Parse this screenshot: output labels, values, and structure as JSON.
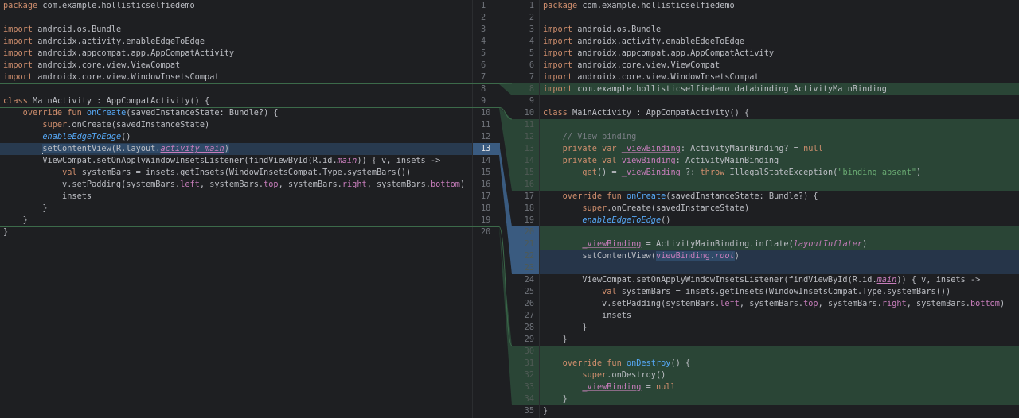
{
  "colors": {
    "inserted": "#2a4536",
    "inserted_gutter": "#2e4c3b",
    "modified": "#263549",
    "modified_bright": "#3a5b80",
    "modified_left_row": "#283a4f",
    "stripe_green": "#4a7a58",
    "stripe_blue": "#4a77a0",
    "line": "#3c6a4a"
  },
  "changes": [
    {
      "type": "inserted",
      "left_after": 7,
      "right": [
        8,
        8
      ]
    },
    {
      "type": "inserted",
      "left_after": 9,
      "right": [
        11,
        16
      ]
    },
    {
      "type": "modified",
      "left": [
        13,
        13
      ],
      "right": [
        20,
        23
      ],
      "right_inserted": [
        20,
        21
      ]
    },
    {
      "type": "inserted",
      "left_after": 19,
      "right": [
        30,
        34
      ]
    }
  ],
  "left": {
    "selected_line": 13,
    "lines": [
      [
        [
          "package",
          "k"
        ],
        [
          " com.example.hollisticselfiedemo",
          "t"
        ]
      ],
      [],
      [
        [
          "import",
          "k"
        ],
        [
          " android.os.Bundle",
          "t"
        ]
      ],
      [
        [
          "import",
          "k"
        ],
        [
          " androidx.activity.enableEdgeToEdge",
          "t"
        ]
      ],
      [
        [
          "import",
          "k"
        ],
        [
          " androidx.appcompat.app.AppCompatActivity",
          "t"
        ]
      ],
      [
        [
          "import",
          "k"
        ],
        [
          " androidx.core.view.ViewCompat",
          "t"
        ]
      ],
      [
        [
          "import",
          "k"
        ],
        [
          " androidx.core.view.WindowInsetsCompat",
          "t"
        ]
      ],
      [],
      [
        [
          "class",
          "k"
        ],
        [
          " MainActivity : AppCompatActivity() {",
          "t"
        ]
      ],
      [
        [
          "    override fun ",
          "k"
        ],
        [
          "onCreate",
          "f"
        ],
        [
          "(savedInstanceState: Bundle?) {",
          "t"
        ]
      ],
      [
        [
          "        super",
          "k"
        ],
        [
          ".onCreate(savedInstanceState)",
          "t"
        ]
      ],
      [
        [
          "        ",
          "t"
        ],
        [
          "enableEdgeToEdge",
          "i"
        ],
        [
          "()",
          "t"
        ]
      ],
      [
        [
          "        ",
          "t"
        ],
        [
          "setContentView(R.layout.",
          "t",
          "hl"
        ],
        [
          "activity_main",
          "pi",
          "hl"
        ],
        [
          ")",
          "t",
          "hl"
        ]
      ],
      [
        [
          "        ViewCompat.setOnApplyWindowInsetsListener(findViewById(R.id.",
          "t"
        ],
        [
          "main",
          "pi"
        ],
        [
          ")) { v, insets ->",
          "t"
        ]
      ],
      [
        [
          "            ",
          "t"
        ],
        [
          "val",
          "k"
        ],
        [
          " systemBars = insets.getInsets(WindowInsetsCompat.Type.systemBars())",
          "t"
        ]
      ],
      [
        [
          "            v.setPadding(systemBars.",
          "t"
        ],
        [
          "left",
          "p"
        ],
        [
          ", systemBars.",
          "t"
        ],
        [
          "top",
          "p"
        ],
        [
          ", systemBars.",
          "t"
        ],
        [
          "right",
          "p"
        ],
        [
          ", systemBars.",
          "t"
        ],
        [
          "bottom",
          "p"
        ],
        [
          ")",
          "t"
        ]
      ],
      [
        [
          "            insets",
          "t"
        ]
      ],
      [
        [
          "        }",
          "t"
        ]
      ],
      [
        [
          "    }",
          "t"
        ]
      ],
      [
        [
          "}",
          "t"
        ]
      ]
    ]
  },
  "right": {
    "lines": [
      [
        [
          "package",
          "k"
        ],
        [
          " com.example.hollisticselfiedemo",
          "t"
        ]
      ],
      [],
      [
        [
          "import",
          "k"
        ],
        [
          " android.os.Bundle",
          "t"
        ]
      ],
      [
        [
          "import",
          "k"
        ],
        [
          " androidx.activity.enableEdgeToEdge",
          "t"
        ]
      ],
      [
        [
          "import",
          "k"
        ],
        [
          " androidx.appcompat.app.AppCompatActivity",
          "t"
        ]
      ],
      [
        [
          "import",
          "k"
        ],
        [
          " androidx.core.view.ViewCompat",
          "t"
        ]
      ],
      [
        [
          "import",
          "k"
        ],
        [
          " androidx.core.view.WindowInsetsCompat",
          "t"
        ]
      ],
      [
        [
          "import",
          "k"
        ],
        [
          " com.example.hollisticselfiedemo.databinding.ActivityMainBinding",
          "t"
        ]
      ],
      [],
      [
        [
          "class",
          "k"
        ],
        [
          " MainActivity : AppCompatActivity() {",
          "t"
        ]
      ],
      [],
      [
        [
          "    // View binding",
          "c"
        ]
      ],
      [
        [
          "    private var ",
          "k"
        ],
        [
          "_viewBinding",
          "u"
        ],
        [
          ": ActivityMainBinding? = ",
          "t"
        ],
        [
          "null",
          "k"
        ]
      ],
      [
        [
          "    private val ",
          "k"
        ],
        [
          "viewBinding",
          "p"
        ],
        [
          ": ActivityMainBinding",
          "t"
        ]
      ],
      [
        [
          "        get",
          "k"
        ],
        [
          "() = ",
          "t"
        ],
        [
          "_viewBinding",
          "u"
        ],
        [
          " ?: ",
          "t"
        ],
        [
          "throw",
          "k"
        ],
        [
          " IllegalStateException(",
          "t"
        ],
        [
          "\"binding absent\"",
          "s"
        ],
        [
          ")",
          "t"
        ]
      ],
      [],
      [
        [
          "    override fun ",
          "k"
        ],
        [
          "onCreate",
          "f"
        ],
        [
          "(savedInstanceState: Bundle?) {",
          "t"
        ]
      ],
      [
        [
          "        super",
          "k"
        ],
        [
          ".onCreate(savedInstanceState)",
          "t"
        ]
      ],
      [
        [
          "        ",
          "t"
        ],
        [
          "enableEdgeToEdge",
          "i"
        ],
        [
          "()",
          "t"
        ]
      ],
      [],
      [
        [
          "        ",
          "t"
        ],
        [
          "_viewBinding",
          "u"
        ],
        [
          " = ActivityMainBinding.inflate(",
          "t"
        ],
        [
          "layoutInflater",
          "pit"
        ],
        [
          ")",
          "t"
        ]
      ],
      [
        [
          "        setContentView(",
          "t"
        ],
        [
          "viewBinding",
          "p",
          "hl"
        ],
        [
          ".",
          "t",
          "hl"
        ],
        [
          "root",
          "pit",
          "hl"
        ],
        [
          ")",
          "t"
        ]
      ],
      [],
      [
        [
          "        ViewCompat.setOnApplyWindowInsetsListener(findViewById(R.id.",
          "t"
        ],
        [
          "main",
          "pi"
        ],
        [
          ")) { v, insets ->",
          "t"
        ]
      ],
      [
        [
          "            ",
          "t"
        ],
        [
          "val",
          "k"
        ],
        [
          " systemBars = insets.getInsets(WindowInsetsCompat.Type.systemBars())",
          "t"
        ]
      ],
      [
        [
          "            v.setPadding(systemBars.",
          "t"
        ],
        [
          "left",
          "p"
        ],
        [
          ", systemBars.",
          "t"
        ],
        [
          "top",
          "p"
        ],
        [
          ", systemBars.",
          "t"
        ],
        [
          "right",
          "p"
        ],
        [
          ", systemBars.",
          "t"
        ],
        [
          "bottom",
          "p"
        ],
        [
          ")",
          "t"
        ]
      ],
      [
        [
          "            insets",
          "t"
        ]
      ],
      [
        [
          "        }",
          "t"
        ]
      ],
      [
        [
          "    }",
          "t"
        ]
      ],
      [],
      [
        [
          "    override fun ",
          "k"
        ],
        [
          "onDestroy",
          "f"
        ],
        [
          "() {",
          "t"
        ]
      ],
      [
        [
          "        super",
          "k"
        ],
        [
          ".onDestroy()",
          "t"
        ]
      ],
      [
        [
          "        ",
          "t"
        ],
        [
          "_viewBinding",
          "u"
        ],
        [
          " = ",
          "t"
        ],
        [
          "null",
          "k"
        ]
      ],
      [
        [
          "    }",
          "t"
        ]
      ],
      [
        [
          "}",
          "t"
        ]
      ]
    ]
  }
}
